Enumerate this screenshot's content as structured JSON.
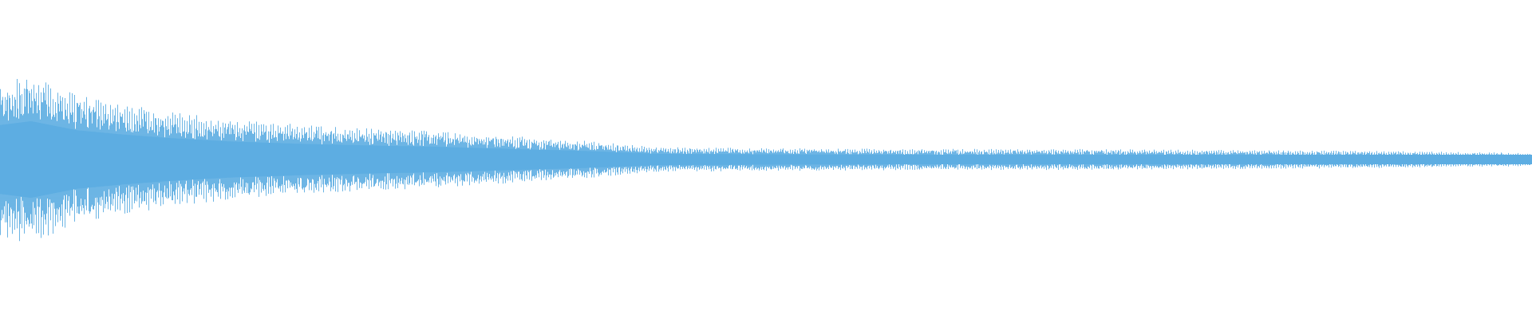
{
  "waveform": {
    "color": "#5dade2",
    "background": "#ffffff",
    "envelope": {
      "description_note": "",
      "peak_amplitude": 0.89,
      "decay": [
        {
          "t": 0.0,
          "amp": 0.8
        },
        {
          "t": 0.02,
          "amp": 0.89
        },
        {
          "t": 0.05,
          "amp": 0.68
        },
        {
          "t": 0.08,
          "amp": 0.58
        },
        {
          "t": 0.11,
          "amp": 0.5
        },
        {
          "t": 0.15,
          "amp": 0.42
        },
        {
          "t": 0.2,
          "amp": 0.36
        },
        {
          "t": 0.25,
          "amp": 0.32
        },
        {
          "t": 0.28,
          "amp": 0.3
        },
        {
          "t": 0.32,
          "amp": 0.26
        },
        {
          "t": 0.38,
          "amp": 0.2
        },
        {
          "t": 0.43,
          "amp": 0.13
        },
        {
          "t": 0.5,
          "amp": 0.12
        },
        {
          "t": 0.6,
          "amp": 0.11
        },
        {
          "t": 0.7,
          "amp": 0.11
        },
        {
          "t": 0.8,
          "amp": 0.1
        },
        {
          "t": 0.9,
          "amp": 0.09
        },
        {
          "t": 1.0,
          "amp": 0.07
        }
      ]
    }
  }
}
